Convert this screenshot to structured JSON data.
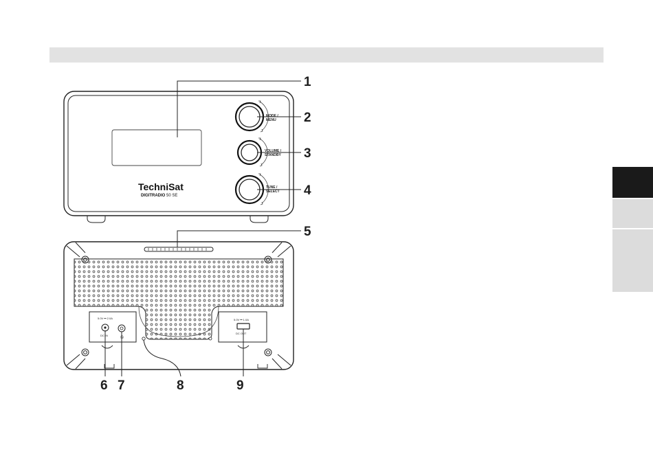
{
  "front_panel": {
    "brand": "TechniSat",
    "model_bold": "DIGITRADIO",
    "model_light": " 50 SE",
    "knobs": [
      {
        "line1": "MODE /",
        "line2": "MENU"
      },
      {
        "line1": "VOLUME /",
        "line2": "STANDBY"
      },
      {
        "line1": "TUNE /",
        "line2": "SELECT"
      }
    ]
  },
  "rear_panel": {
    "dc_in_rating": "5.0V ⎓ 2.0A",
    "dc_in_label": "DC IN",
    "dc_out_rating": "5.0V ⎓ 1.0A",
    "dc_out_label": "DC OUT"
  },
  "callouts": [
    "1",
    "2",
    "3",
    "4",
    "5",
    "6",
    "7",
    "8",
    "9"
  ]
}
